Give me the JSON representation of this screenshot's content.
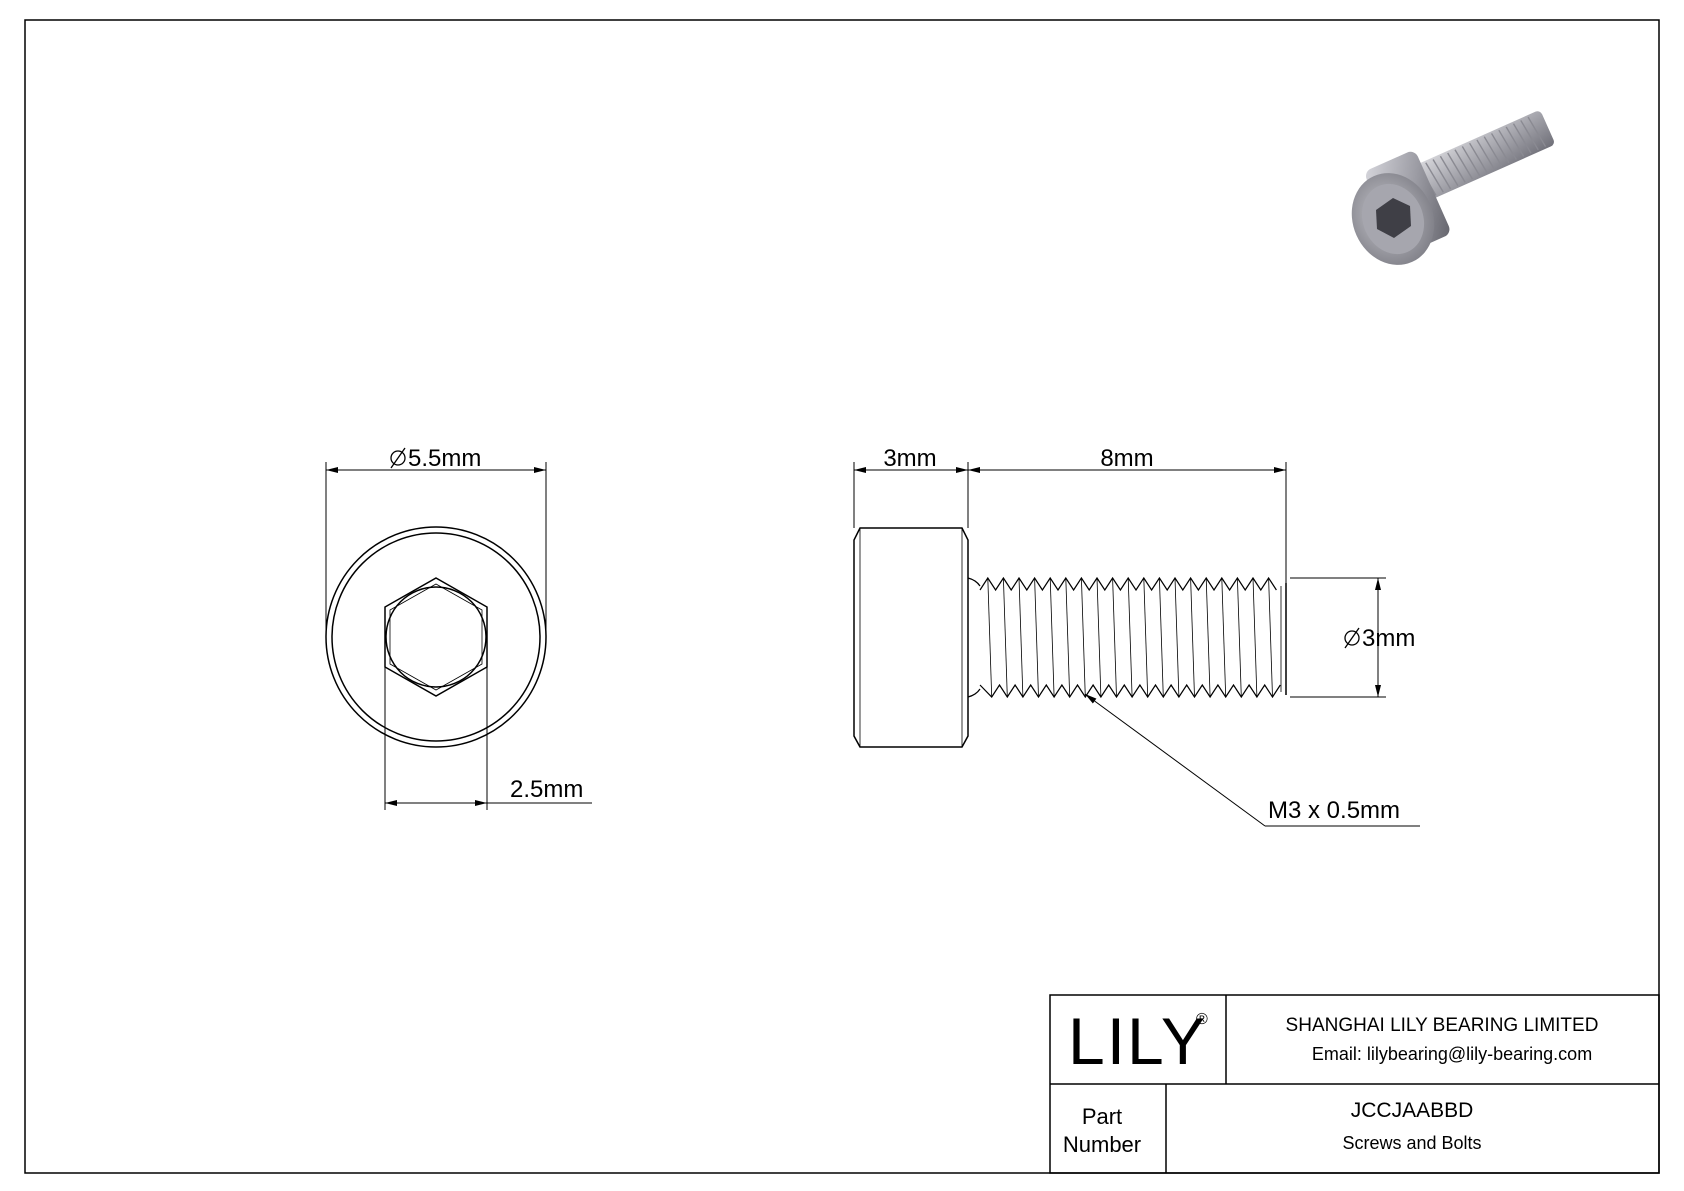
{
  "dimensions": {
    "head_diameter": "5.5mm",
    "socket_size": "2.5mm",
    "head_height": "3mm",
    "length": "8mm",
    "thread_diameter": "3mm",
    "thread_spec": "M3 x 0.5mm"
  },
  "title_block": {
    "logo": "LILY",
    "logo_mark": "®",
    "company": "SHANGHAI LILY BEARING LIMITED",
    "email": "Email: lilybearing@lily-bearing.com",
    "part_label_line1": "Part",
    "part_label_line2": "Number",
    "part_number": "JCCJAABBD",
    "category": "Screws and Bolts"
  }
}
